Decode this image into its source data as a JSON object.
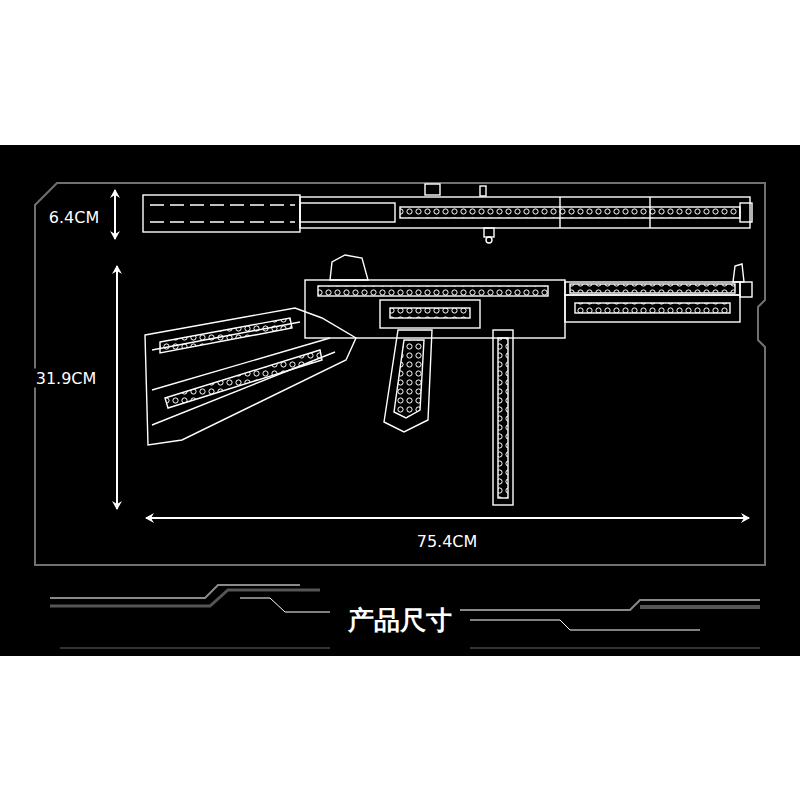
{
  "diagram": {
    "title": "产品尺寸",
    "labels": [
      "6.4CM",
      "31.9CM",
      "75.4CM"
    ]
  }
}
